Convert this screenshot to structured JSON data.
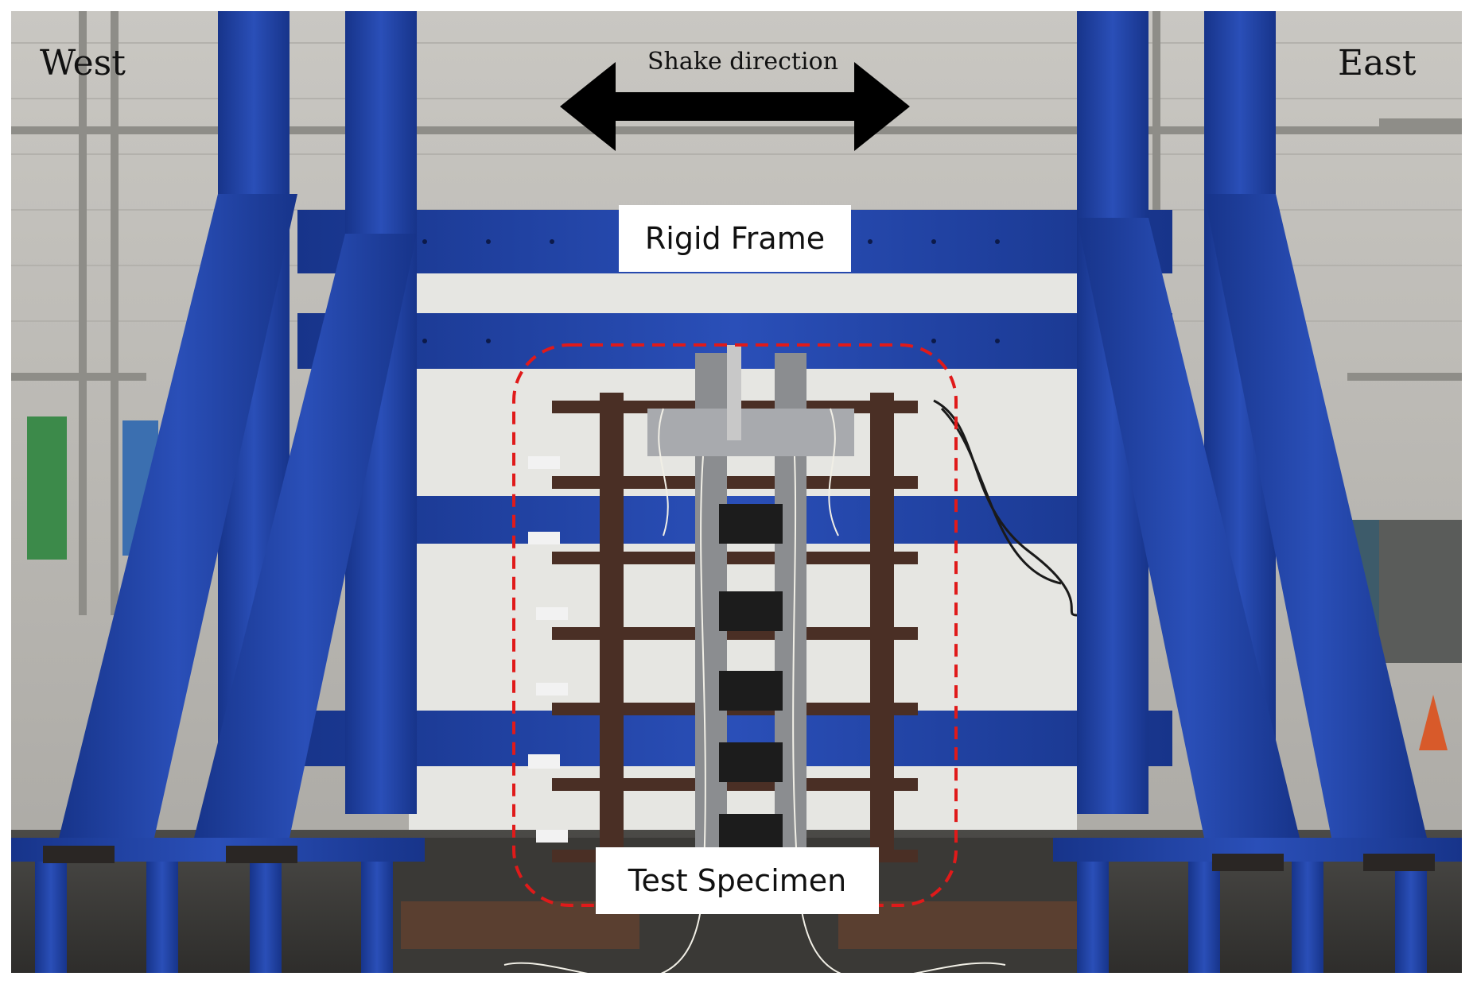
{
  "labels": {
    "west": "West",
    "east": "East",
    "shake_direction": "Shake direction",
    "rigid_frame": "Rigid Frame",
    "test_specimen": "Test Specimen"
  },
  "colors": {
    "frame_blue": "#1f3f9e",
    "highlight_dash": "#e01a1a",
    "arrow": "#000000"
  }
}
